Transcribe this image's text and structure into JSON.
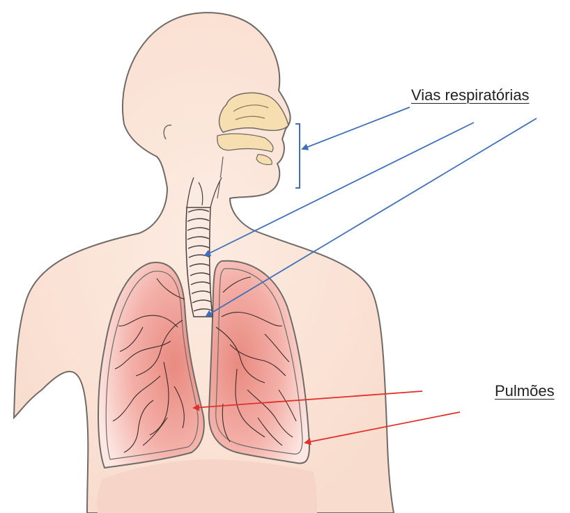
{
  "labels": {
    "airways": "Vias respiratórias",
    "lungs": "Pulmões"
  },
  "colors": {
    "skin": "#fbe6da",
    "skin_outline": "#6f6a66",
    "nasal_cavity": "#f6deb0",
    "lung_outer": "#fde4e0",
    "lung_inner": "#f2a9a1",
    "lung_core": "#ea8c82",
    "diaphragm": "#f4cfc2",
    "airways_arrow": "#3f6fba",
    "lungs_arrow": "#e0302a",
    "label_text": "#222222"
  },
  "icons": {
    "airways_arrow": "blue-arrow",
    "lungs_arrow": "red-arrow"
  }
}
